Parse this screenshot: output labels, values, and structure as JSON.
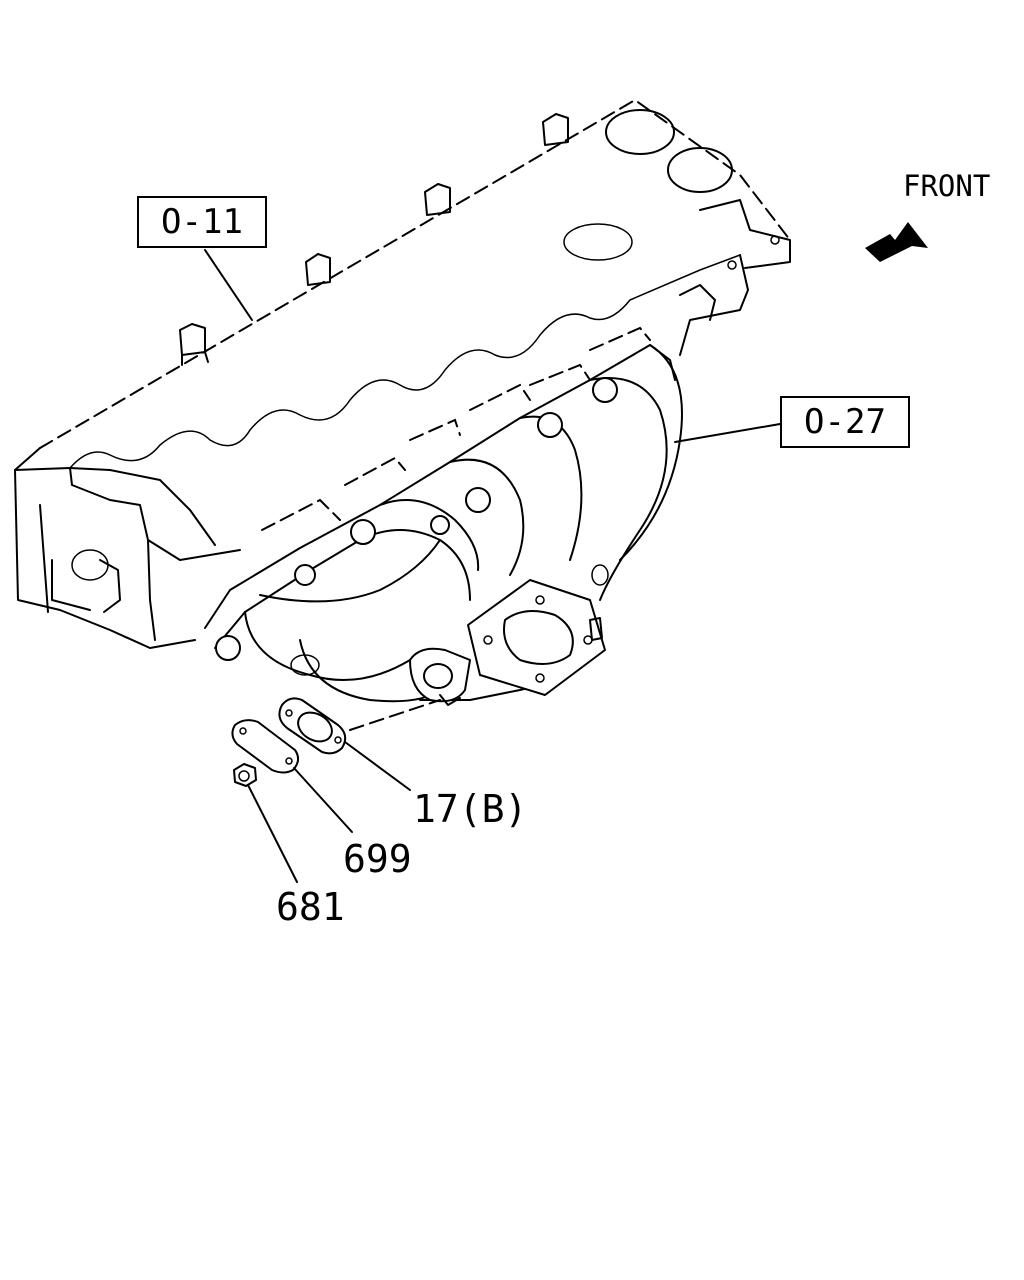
{
  "diagram": {
    "front_label": "FRONT",
    "refs": {
      "cylinder_head": "O-11",
      "exhaust_manifold": "O-27"
    },
    "callouts": {
      "gasket": "17(B)",
      "plate": "699",
      "nut": "681"
    }
  }
}
